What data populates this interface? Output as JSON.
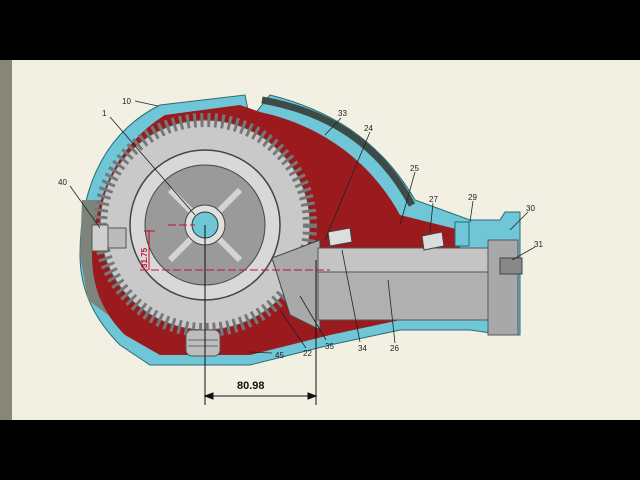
{
  "title": "Final drive cross-section",
  "colors": {
    "housing": "#6ec6d6",
    "oil": "#9a1a1e",
    "steel": "#b9b9b9",
    "paper": "#f2f0e3"
  },
  "callouts": [
    "10",
    "1",
    "33",
    "24",
    "25",
    "27",
    "29",
    "30",
    "31",
    "40",
    "22",
    "35",
    "34",
    "26",
    "45"
  ],
  "dimensions": {
    "horizontal": "80.98",
    "vertical": "31.75"
  }
}
